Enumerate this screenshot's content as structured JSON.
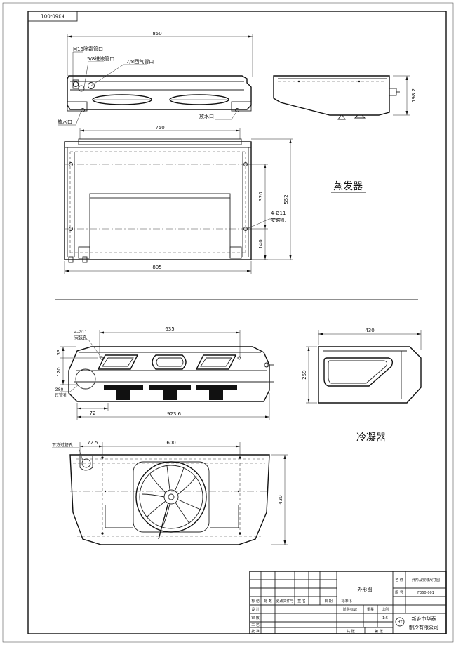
{
  "drawing_number": "F360-001",
  "evaporator": {
    "section_title": "蒸发器",
    "labels": {
      "defrost_port": "M16除霜管口",
      "liquid_in_port": "5/8进液管口",
      "gas_return_port": "7/8回气管口",
      "drain_left": "放水口",
      "drain_right": "放水口",
      "mount_holes": "4-Ø11",
      "mount_holes_sub": "安装孔"
    },
    "dimensions": {
      "overall_width": "850",
      "body_width": "750",
      "side_height": "198.2",
      "bottom_width": "805",
      "depth": "552",
      "hole_spacing": "320",
      "hole_offset": "140"
    }
  },
  "condenser": {
    "section_title": "冷凝器",
    "labels": {
      "mount_holes": "4-Ø11",
      "mount_holes_sub": "安装孔",
      "pipe_hole": "Ø80",
      "pipe_hole_sub": "过管孔",
      "bottom_pipe_hole": "下方过管孔"
    },
    "dimensions": {
      "hole_spacing_top": "635",
      "offset_33": "33",
      "offset_120": "120",
      "offset_72": "72",
      "overall_width": "923.6",
      "side_width": "430",
      "side_height": "259",
      "offset_72_5": "72.5",
      "fan_span": "600",
      "bottom_depth": "430"
    }
  },
  "title_block": {
    "drawing_name": "外形图",
    "name_label": "名 称",
    "name_value": "外形及安装尺寸图",
    "drawing_no_label": "图 号",
    "drawing_no_value": "F360-001",
    "stage_label": "阶段标记",
    "weight_label": "重量",
    "scale_label": "比例",
    "scale_value": "1:5",
    "standardization": "标准化",
    "design": "设 计",
    "review": "审 核",
    "process": "工 艺",
    "approve": "批 准",
    "marking": "标 记",
    "zone": "处 数",
    "change_doc": "更改文件号",
    "signature": "签 名",
    "date": "日 期",
    "sheet_total": "共 张",
    "sheet_no": "第 张",
    "company_line1": "新乡市华泰",
    "company_line2": "制冷有限公司",
    "logo_letters": "HT"
  }
}
